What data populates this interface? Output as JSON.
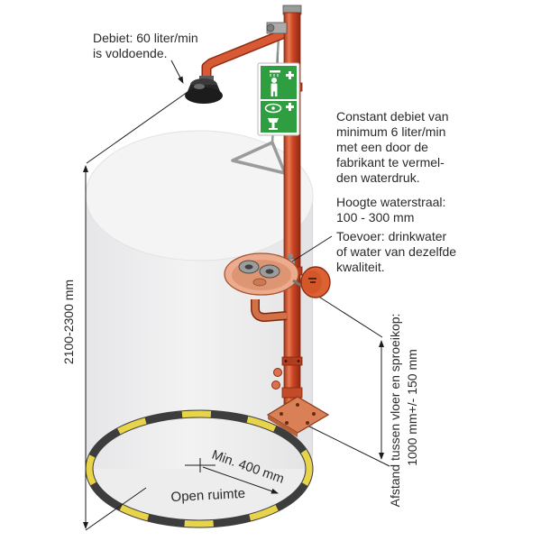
{
  "diagram_subject": "emergency-safety-shower-and-eyewash-station-clearance-diagram",
  "labels": {
    "flow_note": [
      "Debiet: 60 liter/min",
      "is voldoende."
    ],
    "constant_flow": [
      "Constant debiet van",
      "minimum 6 liter/min",
      "met een door de",
      "fabrikant te vermel-",
      "den waterdruk."
    ],
    "jet_height": [
      "Hoogte waterstraal:",
      "100 - 300 mm"
    ],
    "supply": [
      "Toevoer: drinkwater",
      "of water van dezelfde",
      "kwaliteit."
    ],
    "height_dimension": "2100-2300 mm",
    "nozzle_distance": [
      "Afstand tussen vloer en sproeikop:",
      "1000 mm+/- 150 mm"
    ],
    "radius_dimension": "Min. 400 mm",
    "open_space": "Open ruimte"
  },
  "colors": {
    "pole_orange": "#cc4526",
    "pole_dark": "#8f2a12",
    "sign_green": "#2f9e41",
    "stripe_yellow": "#e8d44a",
    "stripe_dark": "#3d3d3d",
    "bowl_salmon": "#ecab8d",
    "cylinder_gray": "#ededee",
    "head_black": "#1c1c1c",
    "line_color": "#1c1c1c"
  },
  "icons": {
    "sign_top": "safety-shower-pictogram",
    "sign_bottom": "eyewash-pictogram"
  }
}
